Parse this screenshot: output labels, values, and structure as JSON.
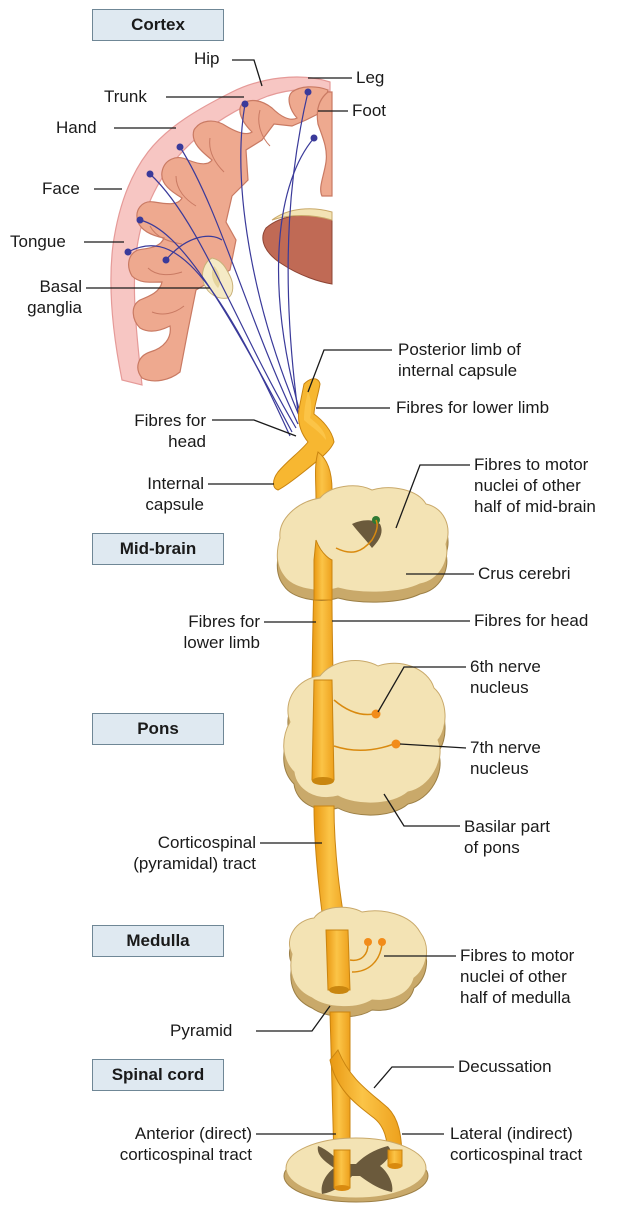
{
  "sections": {
    "cortex": "Cortex",
    "midbrain": "Mid-brain",
    "pons": "Pons",
    "medulla": "Medulla",
    "spinal_cord": "Spinal cord"
  },
  "labels": {
    "hip": "Hip",
    "leg": "Leg",
    "trunk": "Trunk",
    "foot": "Foot",
    "hand": "Hand",
    "face": "Face",
    "tongue": "Tongue",
    "basal_ganglia": [
      "Basal",
      "ganglia"
    ],
    "posterior_limb": [
      "Posterior limb of",
      "internal capsule"
    ],
    "fibres_lower_limb_top": "Fibres for lower limb",
    "fibres_for_head_left": [
      "Fibres for",
      "head"
    ],
    "internal_capsule": [
      "Internal",
      "capsule"
    ],
    "fibres_motor_midbrain": [
      "Fibres to motor",
      "nuclei of other",
      "half of mid-brain"
    ],
    "crus_cerebri": "Crus cerebri",
    "fibres_lower_limb_left": [
      "Fibres for",
      "lower limb"
    ],
    "fibres_for_head_right": "Fibres for head",
    "nerve6": [
      "6th nerve",
      "nucleus"
    ],
    "nerve7": [
      "7th nerve",
      "nucleus"
    ],
    "basilar": [
      "Basilar part",
      "of pons"
    ],
    "corticospinal": [
      "Corticospinal",
      "(pyramidal) tract"
    ],
    "fibres_motor_medulla": [
      "Fibres to motor",
      "nuclei of other",
      "half of medulla"
    ],
    "pyramid": "Pyramid",
    "decussation": "Decussation",
    "anterior": [
      "Anterior (direct)",
      "corticospinal tract"
    ],
    "lateral": [
      "Lateral (indirect)",
      "corticospinal tract"
    ]
  },
  "colors": {
    "tract": "#f7b731",
    "tract_dark": "#d98a0f",
    "brainstem": "#f3e3b4",
    "brainstem_shadow": "#c9a96a",
    "cortex_gyri": "#eea98f",
    "cortex_edge": "#f6c3c0",
    "fibres": "#3a3a9a",
    "box_fill": "#dfe9f1"
  }
}
